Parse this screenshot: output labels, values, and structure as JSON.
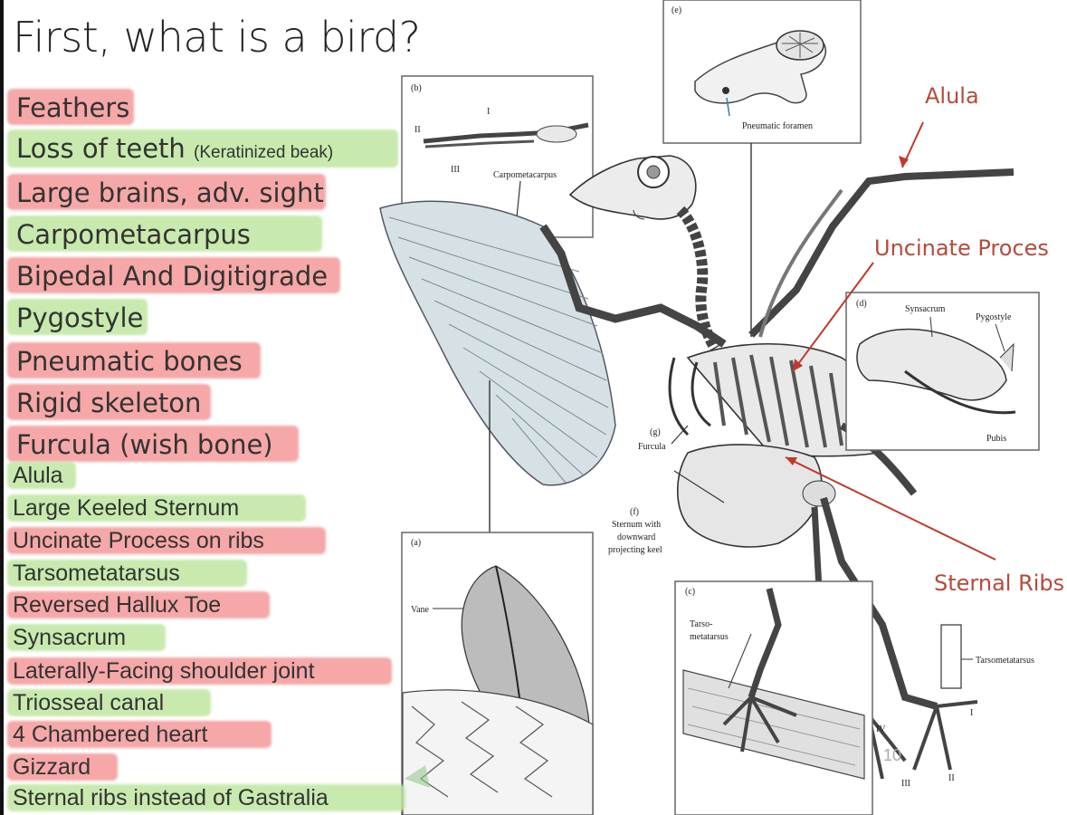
{
  "title": "First, what is a bird?",
  "traits": [
    {
      "text": "Feathers",
      "color": "red"
    },
    {
      "text": "Loss of teeth",
      "note": "(Keratinized beak)",
      "color": "green"
    },
    {
      "text": "Large brains, adv. sight",
      "color": "red"
    },
    {
      "text": "Carpometacarpus",
      "color": "green"
    },
    {
      "text": "Bipedal And Digitigrade",
      "color": "red"
    },
    {
      "text": "Pygostyle",
      "color": "green"
    },
    {
      "text": "Pneumatic bones",
      "color": "red"
    },
    {
      "text": "Rigid skeleton",
      "color": "red"
    },
    {
      "text": "Furcula (wish bone)",
      "color": "red"
    },
    {
      "text": "Alula",
      "color": "green"
    },
    {
      "text": "Large Keeled Sternum",
      "color": "green"
    },
    {
      "text": "Uncinate Process on ribs",
      "color": "red"
    },
    {
      "text": "Tarsometatarsus",
      "color": "green"
    },
    {
      "text": "Reversed Hallux Toe",
      "color": "red"
    },
    {
      "text": "Synsacrum",
      "color": "green"
    },
    {
      "text": "Laterally-Facing shoulder joint",
      "color": "red"
    },
    {
      "text": "Triosseal canal",
      "color": "green"
    },
    {
      "text": "4 Chambered heart",
      "color": "red"
    },
    {
      "text": "Gizzard",
      "color": "red"
    },
    {
      "text": "Sternal ribs instead of Gastralia",
      "color": "green"
    }
  ],
  "callouts": {
    "alula": "Alula",
    "uncinate": "Uncinate Proces",
    "sternal_ribs": "Sternal Ribs"
  },
  "figure": {
    "panel_a": "(a)",
    "panel_b": "(b)",
    "panel_c": "(c)",
    "panel_d": "(d)",
    "panel_e": "(e)",
    "vane": "Vane",
    "carpometacarpus": "Carpometacarpus",
    "digit_1": "I",
    "digit_2": "II",
    "digit_3": "III",
    "pneumatic_foramen": "Pneumatic foramen",
    "synsacrum": "Synsacrum",
    "pygostyle": "Pygostyle",
    "pubis": "Pubis",
    "furcula_tag": "(g)",
    "furcula": "Furcula",
    "sternum_tag": "(f)",
    "sternum_1": "Sternum with",
    "sternum_2": "downward",
    "sternum_3": "projecting keel",
    "tarso_1": "Tarso-",
    "tarso_2": "metatarsus",
    "tarsometatarsus": "Tarsometatarsus",
    "toe_1": "I",
    "toe_2": "II",
    "toe_3": "III",
    "toe_4": "IV",
    "page_number": "10"
  },
  "colors": {
    "red_highlight": "#f48e8e",
    "green_highlight": "#bee6a0",
    "callout_text": "#b54a3a"
  }
}
